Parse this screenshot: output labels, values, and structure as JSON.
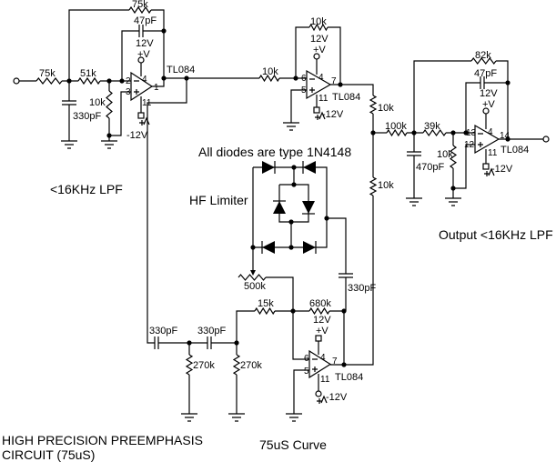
{
  "title": {
    "line1": "HIGH PRECISION PREEMPHASIS",
    "line2": "CIRCUIT (75uS)"
  },
  "notes": {
    "diodes": "All diodes are type 1N4148",
    "hf_limiter": "HF Limiter",
    "stage1_caption": "<16KHz LPF",
    "output_caption": "Output <16KHz LPF",
    "curve_caption": "75uS Curve"
  },
  "stage1": {
    "r_in": "75k",
    "r_series": "51k",
    "r_fb": "75k",
    "c_fb": "47pF",
    "c_shunt": "330pF",
    "r_shunt": "10k",
    "opamp": "TL084",
    "vpos": "12V",
    "vpos_sign": "+V",
    "vneg": "-12V",
    "pins": [
      "2",
      "3",
      "4",
      "1",
      "11"
    ]
  },
  "stage2": {
    "r_in": "10k",
    "r_fb": "10k",
    "opamp": "TL084",
    "vpos": "12V",
    "vpos_sign": "+V",
    "vneg": "-12V",
    "pins": [
      "6",
      "5",
      "4",
      "7",
      "11"
    ]
  },
  "summing": {
    "r_top": "10k",
    "r_bottom": "10k"
  },
  "stage3": {
    "r_in1": "100k",
    "r_in2": "39k",
    "r_fb": "82k",
    "c_fb": "47pF",
    "c_shunt": "470pF",
    "r_shunt": "10k",
    "opamp": "TL084",
    "vpos": "12V",
    "vpos_sign": "+V",
    "vneg": "-12V",
    "pins": [
      "13",
      "12",
      "4",
      "14",
      "11"
    ]
  },
  "curve": {
    "c1": "330pF",
    "c2": "330pF",
    "r1": "270k",
    "r2": "270k",
    "r_in": "15k",
    "r_fb": "680k",
    "pot": "500k",
    "c_limiter": "330pF",
    "opamp": "TL084",
    "vpos": "12V",
    "vpos_sign": "+V",
    "vneg": "-12V",
    "pins": [
      "6",
      "5",
      "4",
      "7",
      "11"
    ]
  }
}
